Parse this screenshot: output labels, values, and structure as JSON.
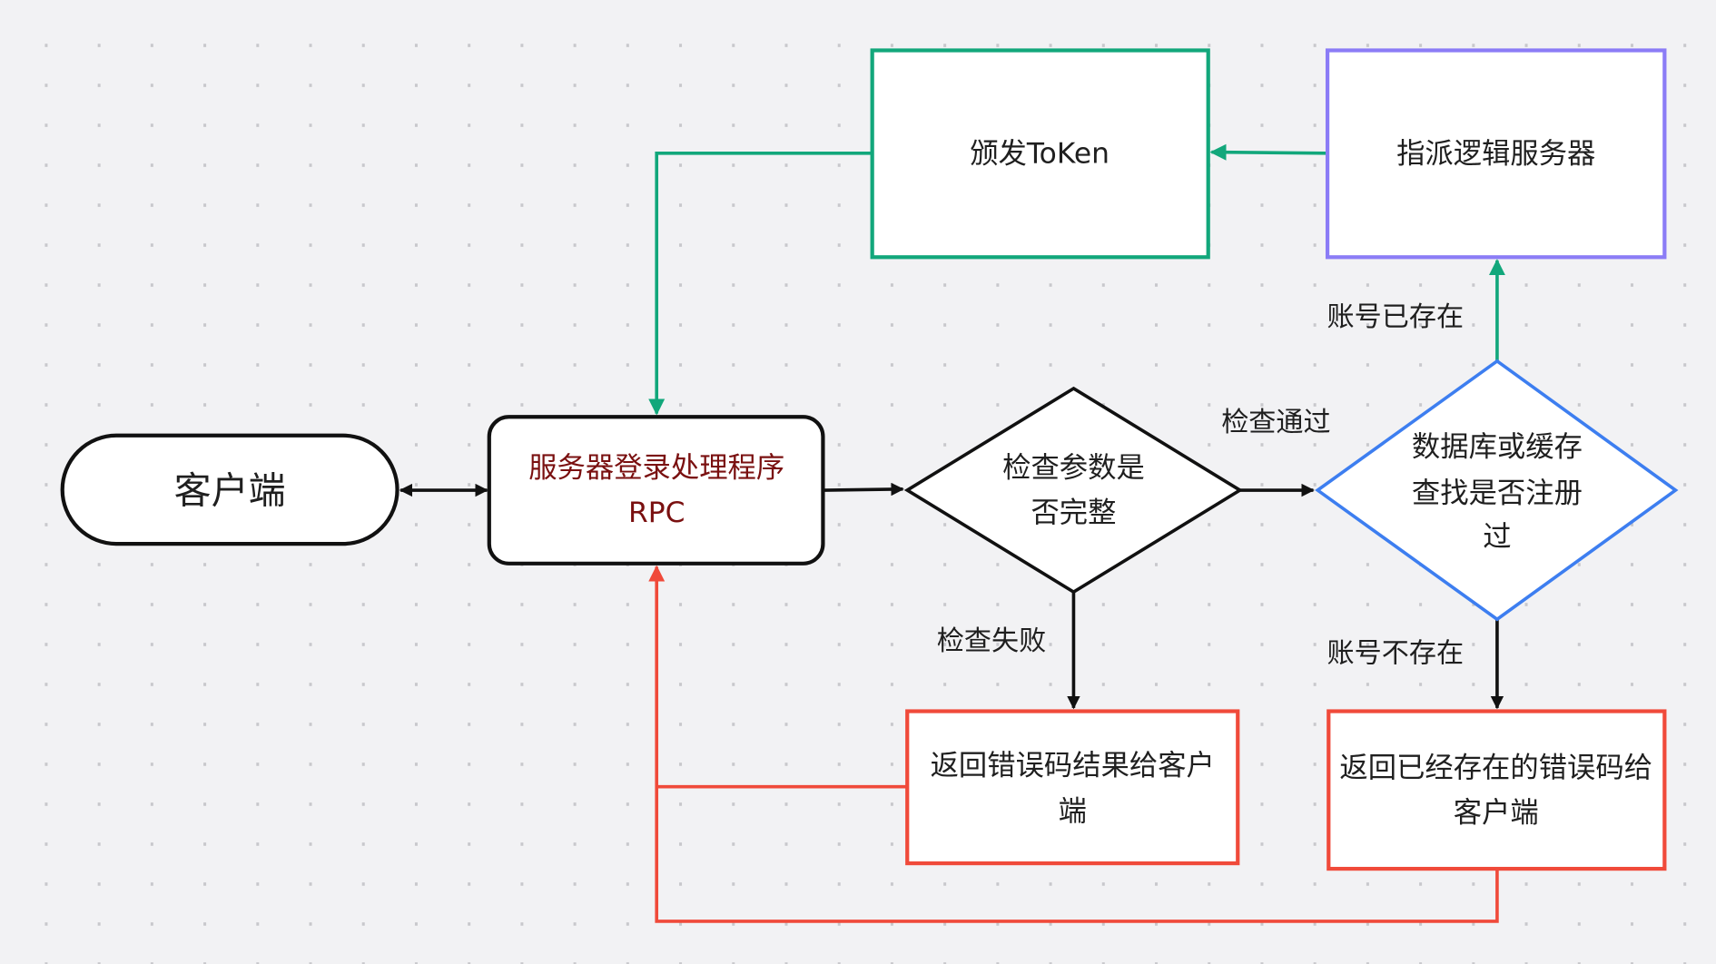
{
  "colors": {
    "background": "#f2f2f4",
    "grid_dot": "#c8c8cc",
    "black": "#111111",
    "green": "#12a77b",
    "purple": "#8b7cf6",
    "blue": "#3d7ef0",
    "red": "#f04a3a",
    "rpc_text": "#7a1010"
  },
  "nodes": {
    "client": {
      "label": "客户端",
      "shape": "terminal"
    },
    "rpc": {
      "line1": "服务器登录处理程序",
      "line2": "RPC",
      "shape": "rounded-rect"
    },
    "check_params": {
      "line1": "检查参数是",
      "line2": "否完整",
      "shape": "diamond"
    },
    "check_db": {
      "line1": "数据库或缓存",
      "line2": "查找是否注册",
      "line3": "过",
      "shape": "diamond"
    },
    "issue_token": {
      "label": "颁发ToKen",
      "shape": "rect"
    },
    "assign_server": {
      "label": "指派逻辑服务器",
      "shape": "rect"
    },
    "return_error": {
      "line1": "返回错误码结果给客户",
      "line2": "端",
      "shape": "rect"
    },
    "return_exists": {
      "line1": "返回已经存在的错误码给",
      "line2": "客户端",
      "shape": "rect"
    }
  },
  "edges": {
    "check_passed": "检查通过",
    "check_failed": "检查失败",
    "account_exists": "账号已存在",
    "account_not_exists": "账号不存在"
  }
}
